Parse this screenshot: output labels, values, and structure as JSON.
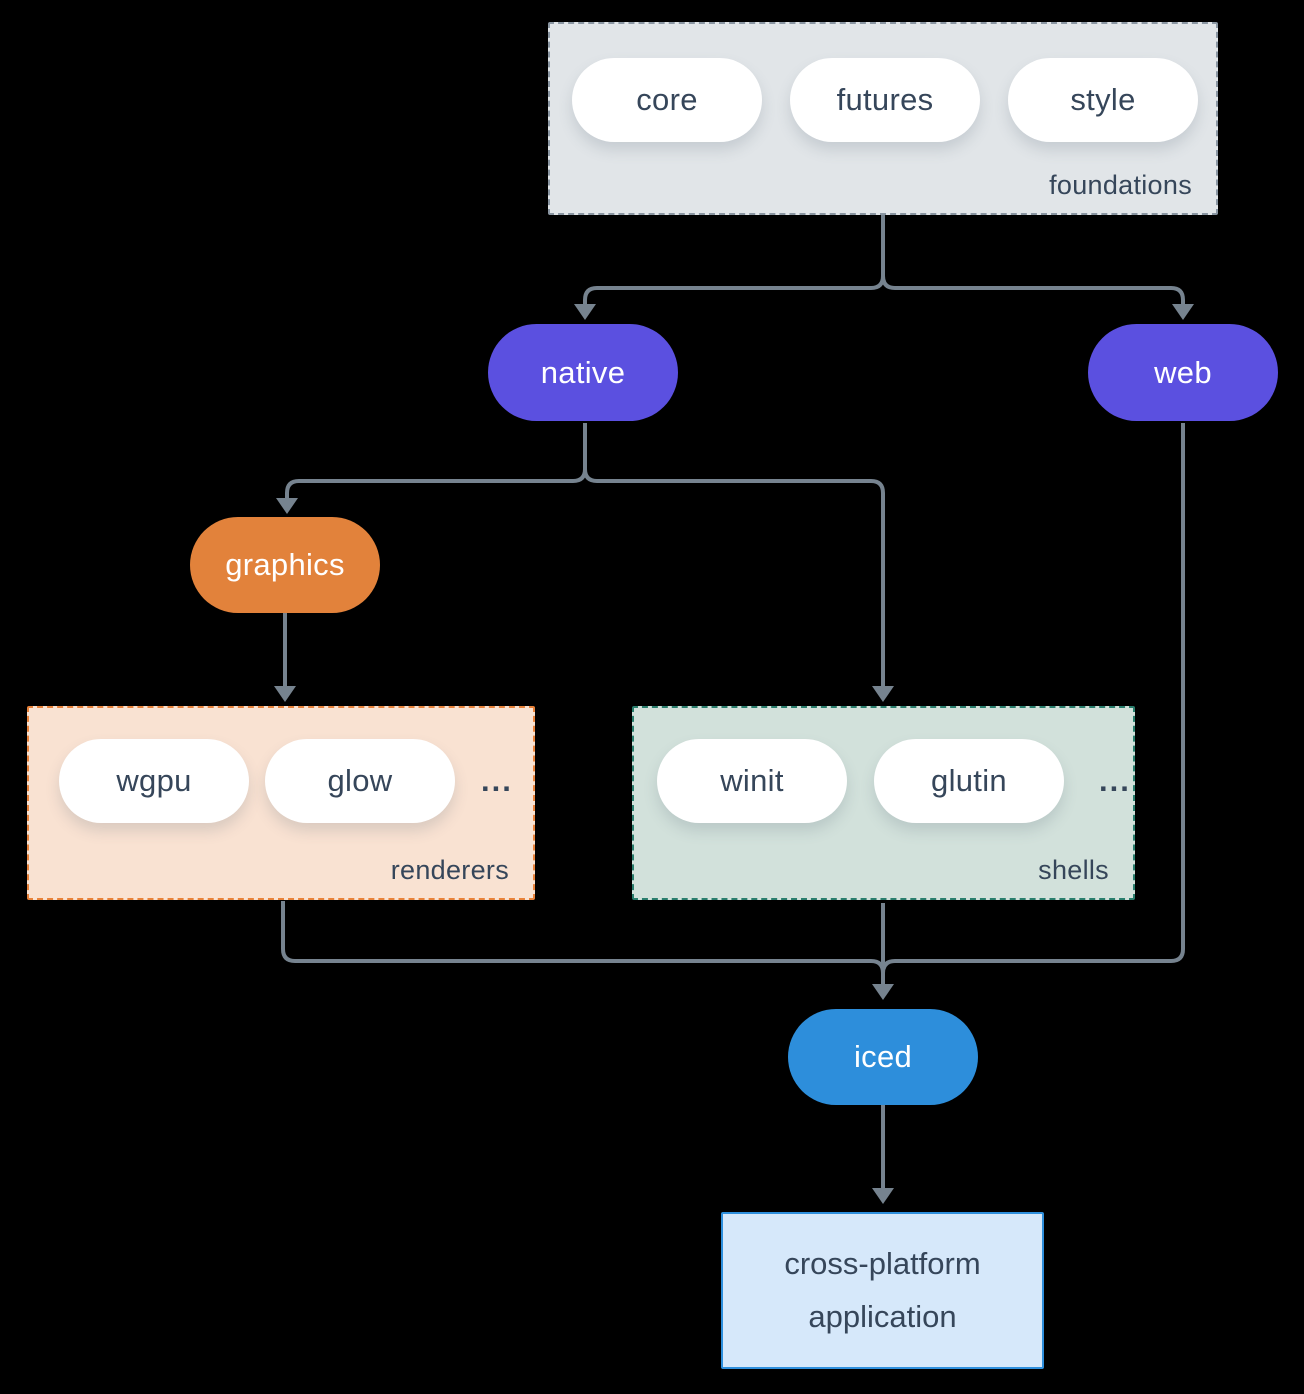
{
  "colors": {
    "background": "#000000",
    "connector": "#76838f",
    "text_dark": "#36465a",
    "node_purple": "#5b50e0",
    "node_orange": "#e2823b",
    "node_blue": "#2d8edb",
    "pill_white": "#ffffff",
    "foundations_fill": "#e1e5e8",
    "foundations_border": "#8a96a2",
    "renderers_fill": "#f9e2d2",
    "renderers_border": "#e8823a",
    "shells_fill": "#d2e1db",
    "shells_border": "#2a7e6d",
    "application_fill": "#d6e8fa",
    "application_border": "#2e8fdc"
  },
  "groups": {
    "foundations": {
      "label": "foundations",
      "pills": [
        "core",
        "futures",
        "style"
      ]
    },
    "renderers": {
      "label": "renderers",
      "pills": [
        "wgpu",
        "glow"
      ],
      "more": "..."
    },
    "shells": {
      "label": "shells",
      "pills": [
        "winit",
        "glutin"
      ],
      "more": "..."
    }
  },
  "nodes": {
    "native": {
      "label": "native"
    },
    "web": {
      "label": "web"
    },
    "graphics": {
      "label": "graphics"
    },
    "iced": {
      "label": "iced"
    },
    "application": {
      "line1": "cross-platform",
      "line2": "application"
    }
  },
  "edges": [
    "foundations -> native",
    "foundations -> web",
    "native -> graphics",
    "native -> shells",
    "graphics -> renderers",
    "renderers -> iced",
    "shells -> iced",
    "web -> iced",
    "iced -> application"
  ]
}
